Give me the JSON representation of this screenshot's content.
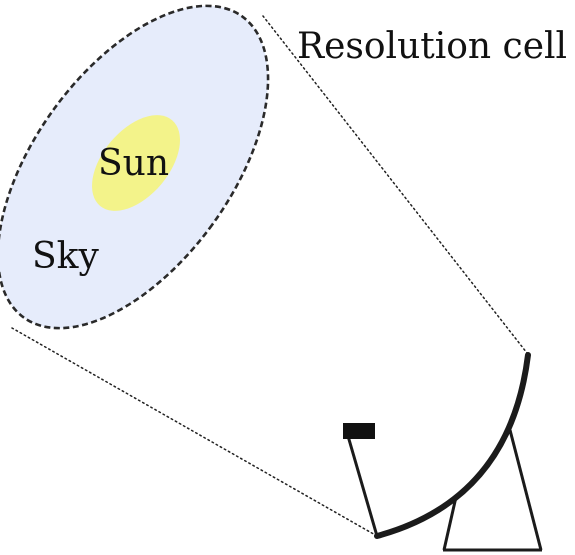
{
  "labels": {
    "resolution_cell": "Resolution cell",
    "sun": "Sun",
    "sky": "Sky"
  },
  "colors": {
    "background": "#ffffff",
    "sky_fill": "#e6ecfb",
    "sun_fill": "#f3f38a",
    "outline": "#222222",
    "antenna": "#1b1b1b",
    "text": "#111111"
  }
}
